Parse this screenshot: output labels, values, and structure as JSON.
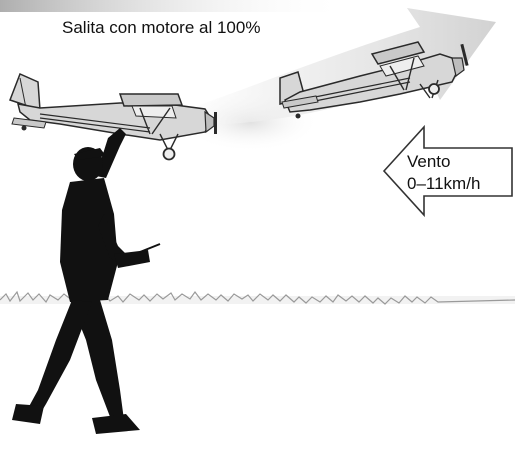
{
  "labels": {
    "climb": "Salita con motore al 100%",
    "wind_title": "Vento",
    "wind_speed": "0–11km/h"
  },
  "icons": {
    "climb_arrow": "climb-arrow-icon",
    "wind_arrow": "wind-arrow-icon",
    "airplane": "airplane-icon",
    "pilot": "pilot-silhouette-icon",
    "transmitter": "transmitter-icon"
  },
  "colors": {
    "silhouette": "#111111",
    "airplane_body": "#d7d7d7",
    "airplane_outline": "#2a2a2a",
    "arrow_fill": "#e6e6e6",
    "arrow_stroke": "#333333",
    "grass": "#9a9a9a"
  }
}
